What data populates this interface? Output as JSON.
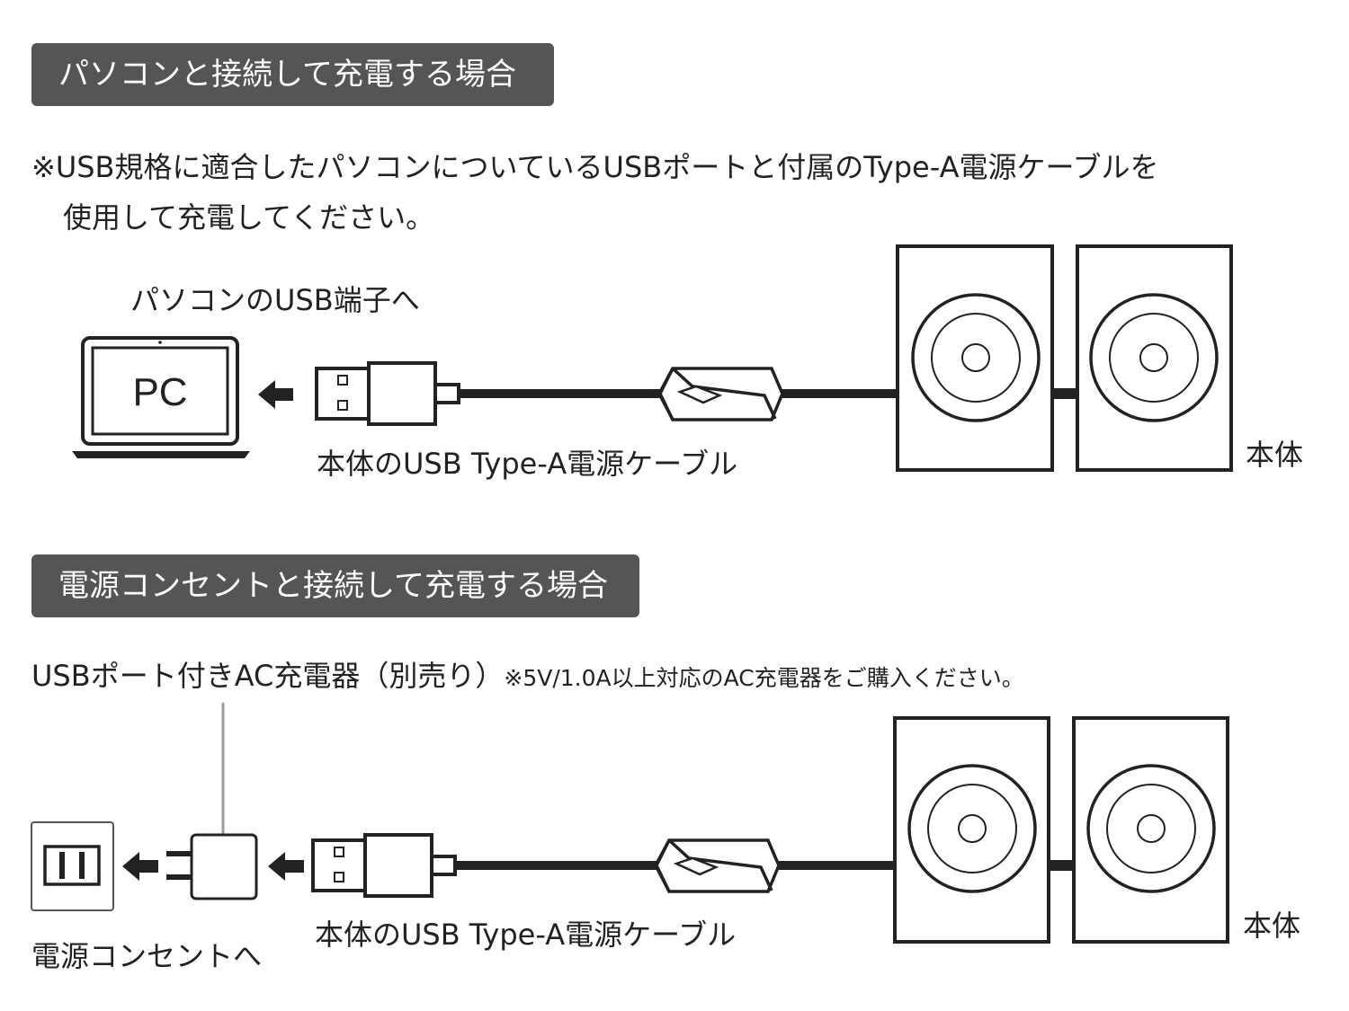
{
  "section_pc": {
    "title": "パソコンと接続して充電する場合",
    "note_line1": "※USB規格に適合したパソコンについているUSBポートと付属のType-A電源ケーブルを",
    "note_line2": "使用して充電してください。",
    "pc_port_label": "パソコンのUSB端子へ",
    "pc_screen_text": "PC",
    "cable_label": "本体のUSB Type-A電源ケーブル",
    "body_label": "本体"
  },
  "section_outlet": {
    "title": "電源コンセントと接続して充電する場合",
    "charger_label": "USBポート付きAC充電器（別売り）",
    "charger_note": "※5V/1.0A以上対応のAC充電器をご購入ください。",
    "cable_label": "本体のUSB Type-A電源ケーブル",
    "body_label": "本体",
    "outlet_label": "電源コンセントへ"
  },
  "icons": {
    "laptop": "laptop-icon",
    "arrow": "arrow-left-icon",
    "usb_plug": "usb-a-plug-icon",
    "cable_ferrite": "ferrite-core-icon",
    "speaker": "speaker-icon",
    "outlet": "wall-outlet-icon",
    "ac_adapter": "ac-adapter-icon"
  },
  "colors": {
    "banner_bg": "#555555",
    "banner_text": "#ffffff",
    "line": "#222222",
    "leader_line": "#999999"
  }
}
